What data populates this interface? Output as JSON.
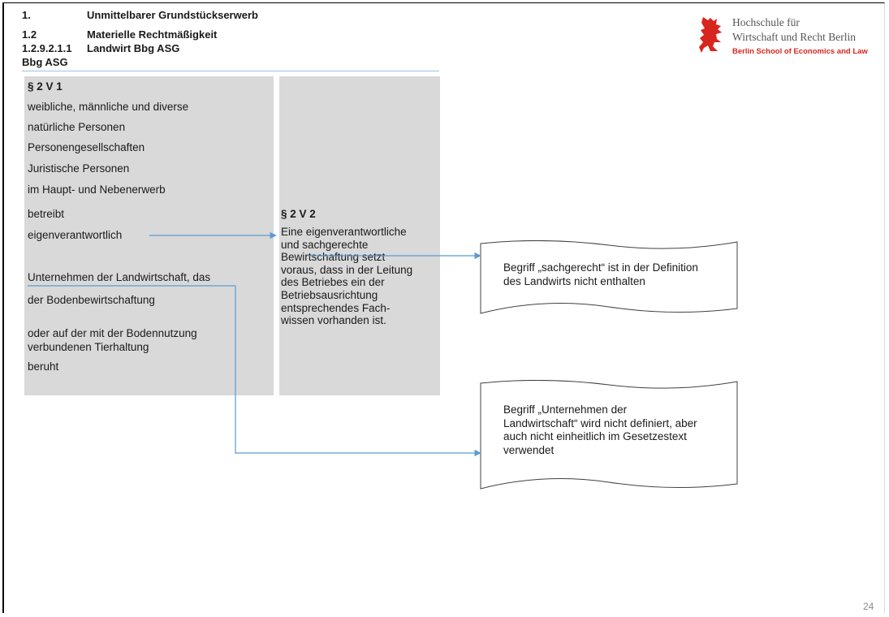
{
  "header": {
    "line1_num": "1.",
    "line1_text": "Unmittelbarer Grundstückserwerb",
    "line2_num": "1.2",
    "line2_text": "Materielle Rechtmäßigkeit",
    "line3_num": "1.2.9.2.1.1",
    "line3_text": "Landwirt Bbg ASG",
    "line4_text": "Bbg ASG"
  },
  "logo": {
    "line1": "Hochschule für",
    "line2": "Wirtschaft und Recht Berlin",
    "line3": "Berlin School of Economics and Law",
    "accent_color": "#d7261e"
  },
  "column1": {
    "heading": "§ 2 V 1",
    "items": [
      "weibliche, männliche und diverse",
      "natürliche Personen",
      "Personengesellschaften",
      "Juristische Personen",
      "im Haupt- und Nebenerwerb",
      "betreibt",
      "eigenverantwortlich",
      "Unternehmen  der Landwirtschaft, das",
      "der Bodenbewirtschaftung",
      "oder auf der mit der Bodennutzung",
      "verbundenen  Tierhaltung",
      "beruht"
    ]
  },
  "column2": {
    "heading": "§ 2 V 2",
    "lines": [
      "Eine eigenverantwortliche",
      "und sachgerechte",
      "Bewirtschaftung setzt",
      "voraus, dass in der Leitung",
      "des Betriebes ein der",
      "Betriebsausrichtung",
      "entsprechendes Fach-",
      "wissen vorhanden  ist."
    ]
  },
  "note1": {
    "lines": [
      "Begriff „sachgerecht“ ist in der Definition",
      "des Landwirts nicht enthalten"
    ]
  },
  "note2": {
    "lines": [
      "Begriff „Unternehmen der",
      "Landwirtschaft“ wird nicht definiert, aber",
      "auch nicht einheitlich im Gesetzestext",
      "verwendet"
    ]
  },
  "page_number": "24",
  "colors": {
    "arrow": "#5b9bd5",
    "column_fill": "#d9d9d9"
  }
}
